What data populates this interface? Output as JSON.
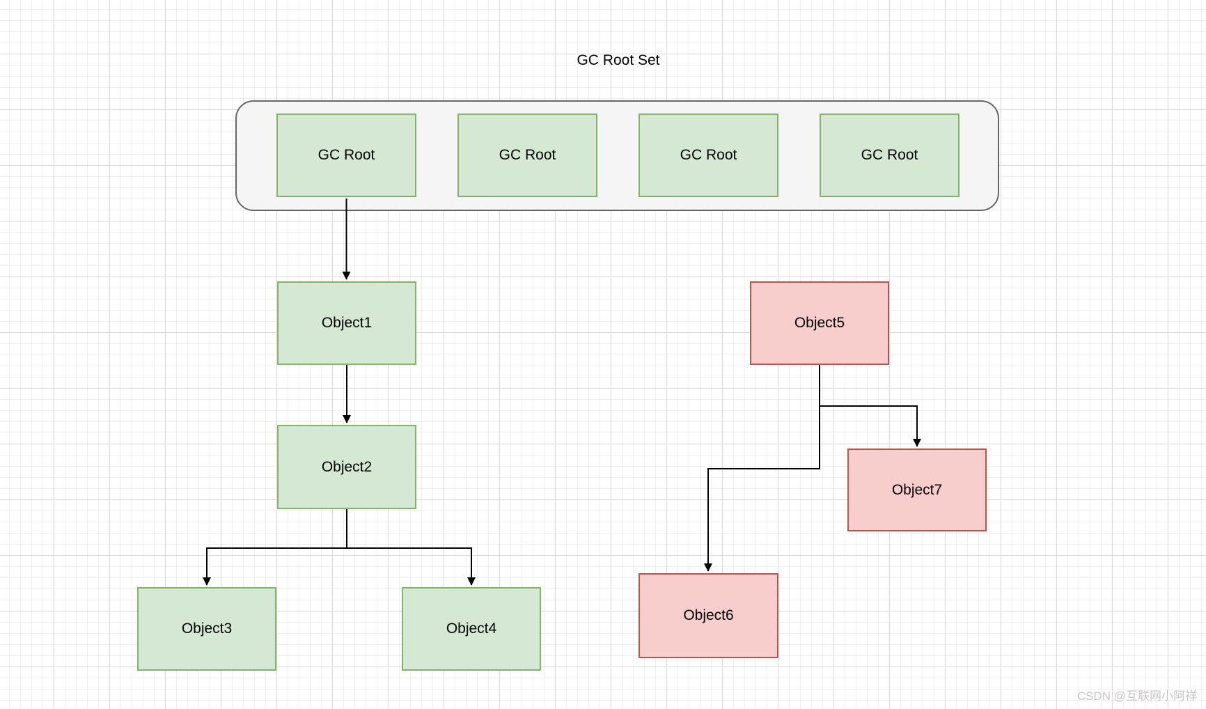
{
  "diagram": {
    "title": "GC Root Set",
    "gc_root_set": {
      "roots": [
        {
          "id": "gc-root-1",
          "label": "GC Root"
        },
        {
          "id": "gc-root-2",
          "label": "GC Root"
        },
        {
          "id": "gc-root-3",
          "label": "GC Root"
        },
        {
          "id": "gc-root-4",
          "label": "GC Root"
        }
      ]
    },
    "nodes": [
      {
        "id": "object1",
        "label": "Object1",
        "status": "reachable"
      },
      {
        "id": "object2",
        "label": "Object2",
        "status": "reachable"
      },
      {
        "id": "object3",
        "label": "Object3",
        "status": "reachable"
      },
      {
        "id": "object4",
        "label": "Object4",
        "status": "reachable"
      },
      {
        "id": "object5",
        "label": "Object5",
        "status": "unreachable"
      },
      {
        "id": "object6",
        "label": "Object6",
        "status": "unreachable"
      },
      {
        "id": "object7",
        "label": "Object7",
        "status": "unreachable"
      }
    ],
    "edges": [
      {
        "from": "gc-root-1",
        "to": "object1"
      },
      {
        "from": "object1",
        "to": "object2"
      },
      {
        "from": "object2",
        "to": "object3"
      },
      {
        "from": "object2",
        "to": "object4"
      },
      {
        "from": "object5",
        "to": "object7"
      },
      {
        "from": "object5",
        "to": "object6"
      }
    ],
    "colors": {
      "reachable_fill": "#d5e8d4",
      "reachable_stroke": "#82b366",
      "unreachable_fill": "#f8cecc",
      "unreachable_stroke": "#b85450",
      "container_fill": "#f5f5f5",
      "container_stroke": "#666666",
      "edge_color": "#000000"
    }
  },
  "watermark": {
    "text": "CSDN @互联网小阿祥"
  }
}
